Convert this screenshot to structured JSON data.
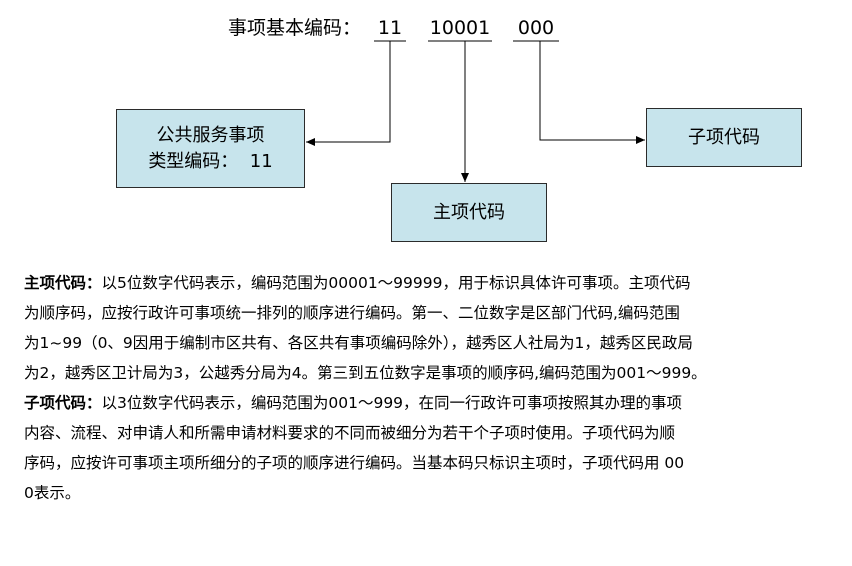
{
  "code_header": {
    "label": "事项基本编码：",
    "segments": [
      "11",
      "10001",
      "000"
    ]
  },
  "boxes": {
    "type_code": {
      "line1": "公共服务事项",
      "line2": "类型编码：  11"
    },
    "main_code": "主项代码",
    "sub_code": "子项代码"
  },
  "description": {
    "main": {
      "term": "主项代码：",
      "lines": [
        "以5位数字代码表示，编码范围为00001～99999，用于标识具体许可事项。主项代码",
        "为顺序码，应按行政许可事项统一排列的顺序进行编码。第一、二位数字是区部门代码,编码范围",
        "为1~99（0、9因用于编制市区共有、各区共有事项编码除外），越秀区人社局为1，越秀区民政局",
        "为2，越秀区卫计局为3，公越秀分局为4。第三到五位数字是事项的顺序码,编码范围为001～999。"
      ]
    },
    "sub": {
      "term": "子项代码：",
      "lines": [
        "以3位数字代码表示，编码范围为001～999，在同一行政许可事项按照其办理的事项",
        "内容、流程、对申请人和所需申请材料要求的不同而被细分为若干个子项时使用。子项代码为顺",
        "序码，应按许可事项主项所细分的子项的顺序进行编码。当基本码只标识主项时，子项代码用 00",
        "0表示。"
      ]
    }
  }
}
